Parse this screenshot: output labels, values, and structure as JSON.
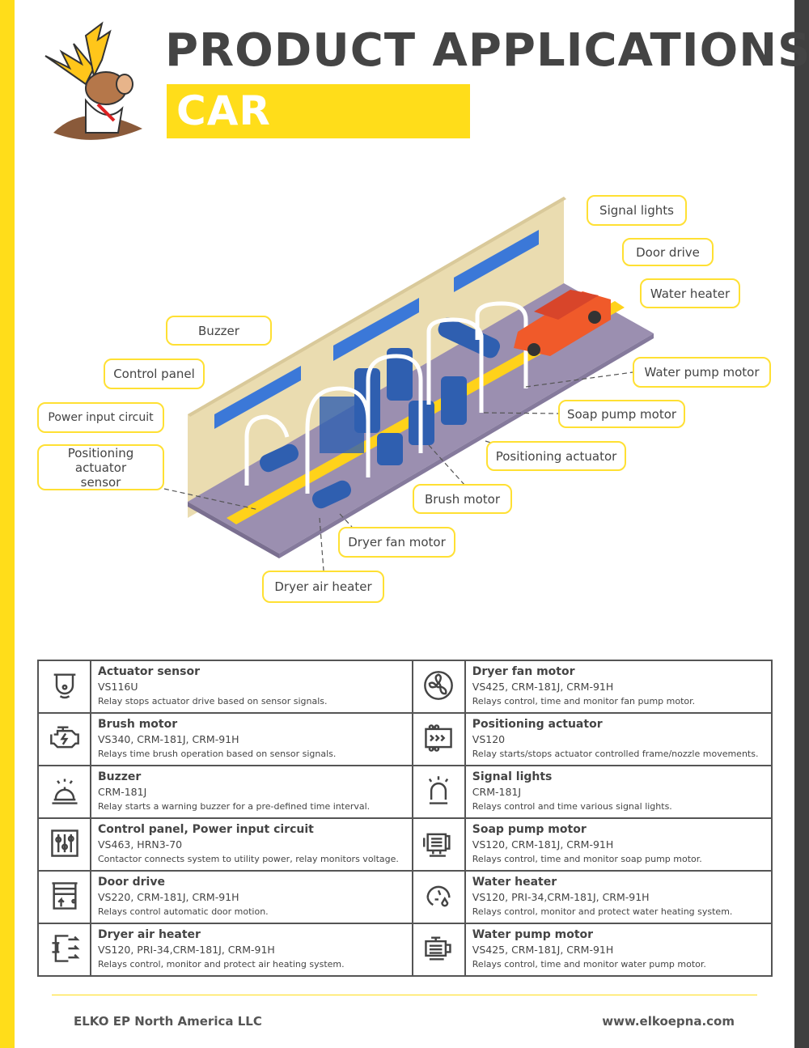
{
  "header": {
    "title": "PRODUCT APPLICATIONS",
    "subtitle": "CAR WASHES"
  },
  "labels": {
    "signal_lights": "Signal lights",
    "door_drive": "Door drive",
    "water_heater": "Water heater",
    "buzzer": "Buzzer",
    "control_panel": "Control panel",
    "water_pump_motor": "Water pump motor",
    "power_input": "Power input circuit",
    "soap_pump": "Soap pump motor",
    "pos_sensor": "Positioning actuator sensor",
    "pos_actuator": "Positioning actuator",
    "brush_motor": "Brush motor",
    "dryer_fan": "Dryer fan motor",
    "dryer_heater": "Dryer air heater"
  },
  "table": [
    {
      "left": {
        "icon": "actuator-sensor-icon",
        "title": "Actuator sensor",
        "models": "VS116U",
        "desc": "Relay stops actuator drive based on sensor signals."
      },
      "right": {
        "icon": "fan-icon",
        "title": "Dryer fan motor",
        "models": "VS425, CRM-181J, CRM-91H",
        "desc": "Relays control, time and monitor fan pump motor."
      }
    },
    {
      "left": {
        "icon": "engine-icon",
        "title": "Brush motor",
        "models": "VS340, CRM-181J, CRM-91H",
        "desc": "Relays time brush operation based on sensor signals."
      },
      "right": {
        "icon": "actuator-icon",
        "title": "Positioning actuator",
        "models": "VS120",
        "desc": "Relay starts/stops actuator controlled frame/nozzle movements."
      }
    },
    {
      "left": {
        "icon": "bell-icon",
        "title": "Buzzer",
        "models": "CRM-181J",
        "desc": "Relay starts a warning buzzer for a pre-defined time interval."
      },
      "right": {
        "icon": "beacon-icon",
        "title": "Signal lights",
        "models": "CRM-181J",
        "desc": "Relays control and time various signal lights."
      }
    },
    {
      "left": {
        "icon": "sliders-icon",
        "title": "Control panel, Power input circuit",
        "models": "VS463, HRN3-70",
        "desc": "Contactor connects system to utility power, relay monitors voltage."
      },
      "right": {
        "icon": "pump-icon",
        "title": "Soap pump motor",
        "models": "VS120, CRM-181J, CRM-91H",
        "desc": "Relays control, time and monitor soap pump motor."
      }
    },
    {
      "left": {
        "icon": "door-icon",
        "title": "Door drive",
        "models": "VS220, CRM-181J, CRM-91H",
        "desc": "Relays control automatic door motion."
      },
      "right": {
        "icon": "water-heater-icon",
        "title": "Water heater",
        "models": "VS120, PRI-34,CRM-181J, CRM-91H",
        "desc": "Relays control, monitor and protect water heating system."
      }
    },
    {
      "left": {
        "icon": "heater-icon",
        "title": "Dryer air heater",
        "models": "VS120, PRI-34,CRM-181J, CRM-91H",
        "desc": "Relays control, monitor and protect air heating system."
      },
      "right": {
        "icon": "motor-icon",
        "title": "Water pump motor",
        "models": "VS425, CRM-181J, CRM-91H",
        "desc": "Relays control, time and monitor water pump motor."
      }
    }
  ],
  "footer": {
    "company": "ELKO EP North America LLC",
    "website": "www.elkoepna.com"
  },
  "colors": {
    "accent": "#ffdd1a",
    "dark": "#3f3f3f",
    "floor": "#9b8fb0",
    "wall": "#eadcb0",
    "brush": "#2f5fb0"
  }
}
